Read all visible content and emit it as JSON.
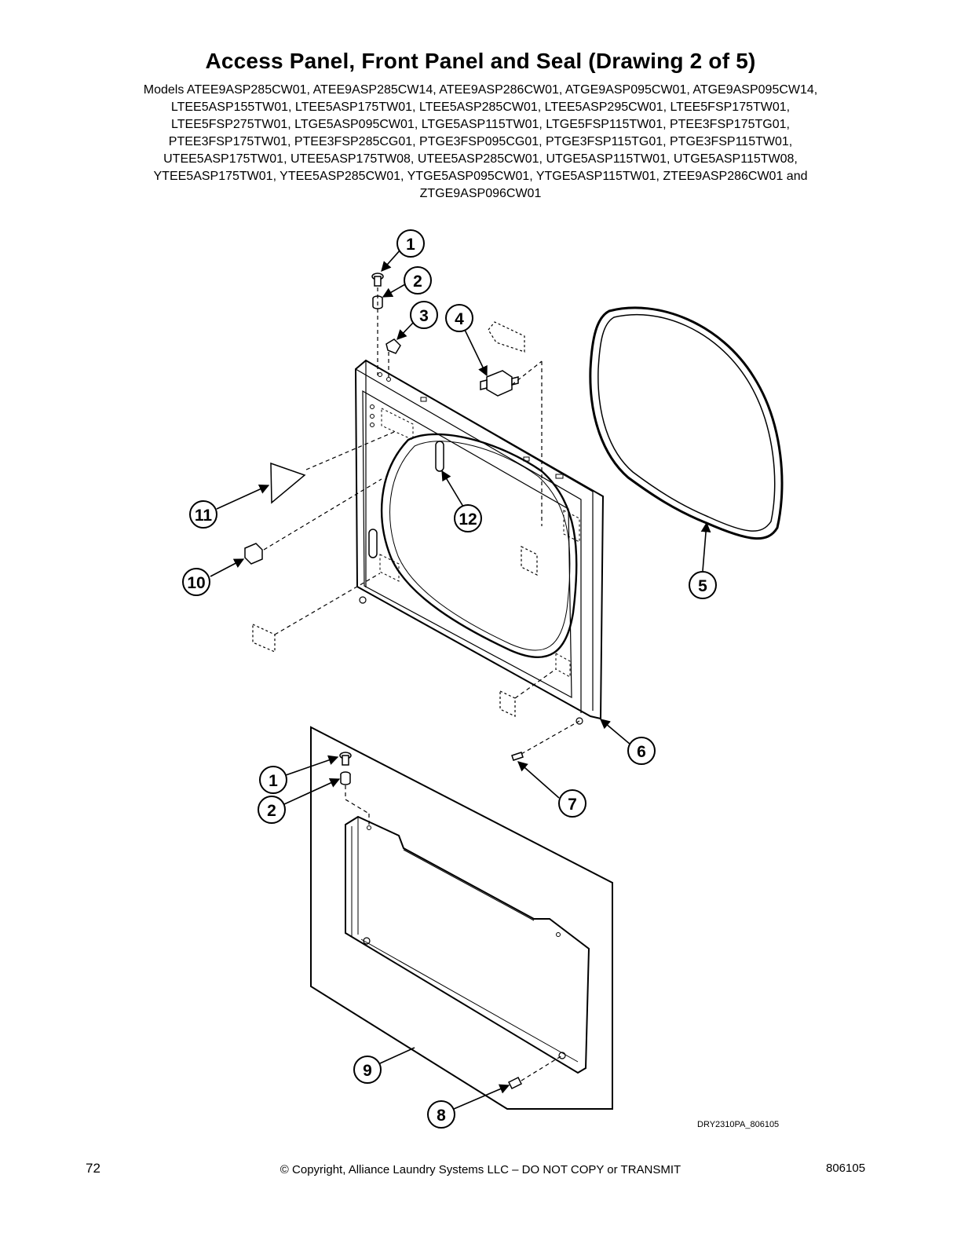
{
  "header": {
    "title": "Access Panel, Front Panel and Seal (Drawing 2 of 5)",
    "models_lines": [
      "Models ATEE9ASP285CW01, ATEE9ASP285CW14, ATEE9ASP286CW01, ATGE9ASP095CW01, ATGE9ASP095CW14,",
      "LTEE5ASP155TW01, LTEE5ASP175TW01, LTEE5ASP285CW01, LTEE5ASP295CW01, LTEE5FSP175TW01,",
      "LTEE5FSP275TW01, LTGE5ASP095CW01, LTGE5ASP115TW01, LTGE5FSP115TW01, PTEE3FSP175TG01,",
      "PTEE3FSP175TW01, PTEE3FSP285CG01, PTGE3FSP095CG01, PTGE3FSP115TG01, PTGE3FSP115TW01,",
      "UTEE5ASP175TW01, UTEE5ASP175TW08, UTEE5ASP285CW01, UTGE5ASP115TW01, UTGE5ASP115TW08,",
      "YTEE5ASP175TW01, YTEE5ASP285CW01, YTGE5ASP095CW01, YTGE5ASP115TW01, ZTEE9ASP286CW01 and",
      "ZTGE9ASP096CW01"
    ]
  },
  "diagram": {
    "callouts": [
      "1",
      "2",
      "3",
      "4",
      "11",
      "12",
      "5",
      "10",
      "6",
      "1",
      "7",
      "2",
      "9",
      "8"
    ],
    "drawing_code": "DRY2310PA_806105"
  },
  "footer": {
    "page_number": "72",
    "copyright": "© Copyright, Alliance Laundry Systems LLC – DO NOT COPY or TRANSMIT",
    "document_number": "806105"
  }
}
